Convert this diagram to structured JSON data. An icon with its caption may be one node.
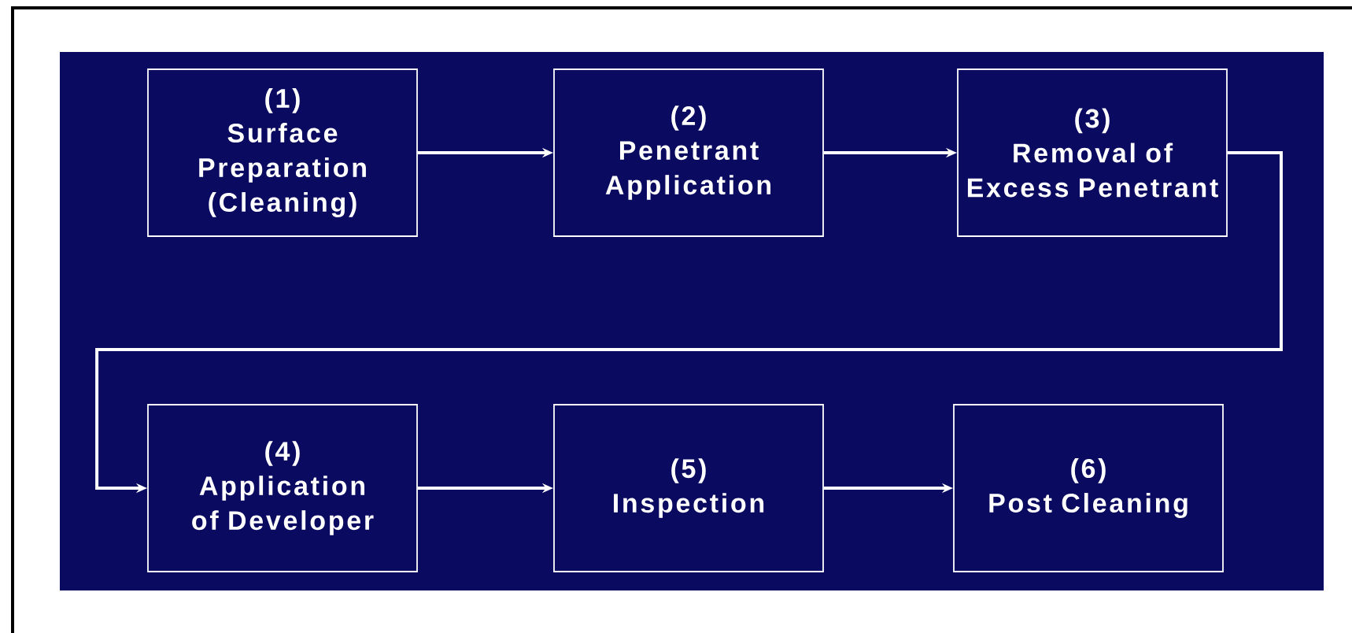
{
  "diagram": {
    "nodes": [
      {
        "text": [
          "(1)",
          "Surface Preparation (Cleaning)"
        ]
      },
      {
        "text": [
          "(2)",
          "Penetrant Application"
        ]
      },
      {
        "text": [
          "(3)",
          "Removal of Excess Penetrant"
        ]
      },
      {
        "text": [
          "(4)",
          "Application of Developer"
        ]
      },
      {
        "text": [
          "(5)",
          "Inspection"
        ]
      },
      {
        "text": [
          "(6)",
          "Post Cleaning"
        ]
      }
    ],
    "edges": [
      {
        "from": 0,
        "to": 1,
        "arrow": "to"
      },
      {
        "from": 1,
        "to": 2,
        "arrow": "to"
      },
      {
        "from": 2,
        "to": 3,
        "arrow": "to"
      },
      {
        "from": 3,
        "to": 4,
        "arrow": "to"
      },
      {
        "from": 4,
        "to": 5,
        "arrow": "to"
      }
    ]
  }
}
